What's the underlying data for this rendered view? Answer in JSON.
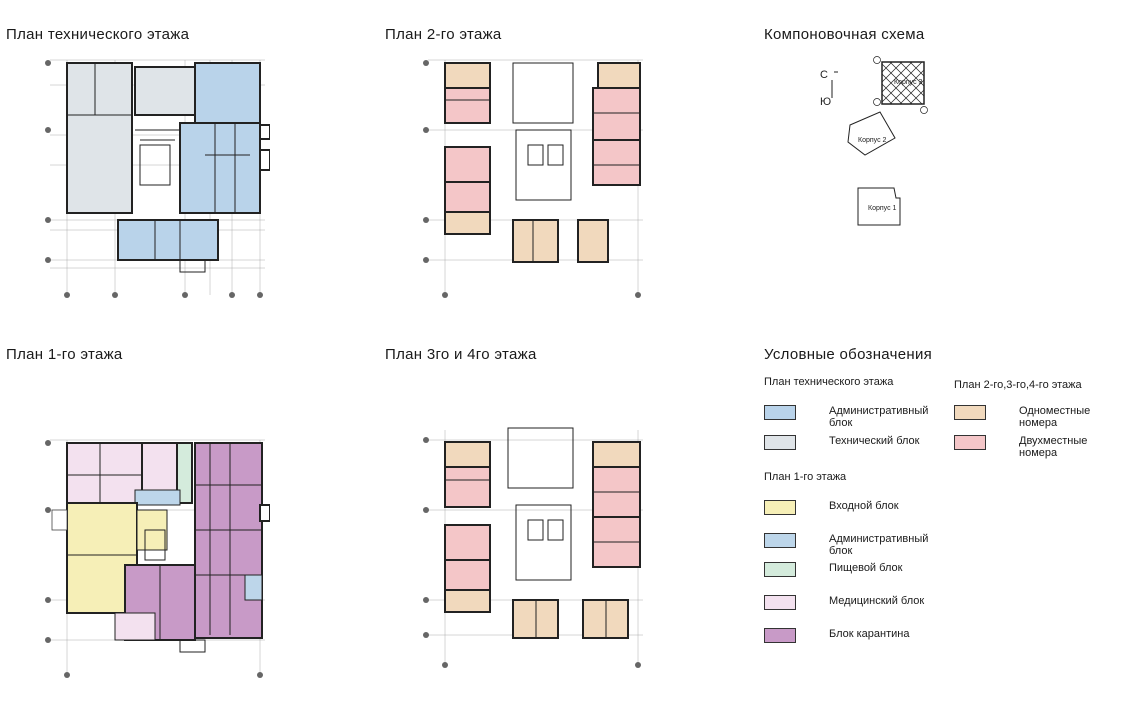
{
  "titles": {
    "tech": "План технического этажа",
    "floor2": "План 2-го этажа",
    "layout": "Компоновочная схема",
    "floor1": "План 1-го этажа",
    "floor34": "План 3го и 4го этажа",
    "legend": "Условные обозначения"
  },
  "layout_scheme": {
    "north": "С",
    "south": "Ю",
    "buildings": [
      "Корпус 3",
      "Корпус 2",
      "Корпус 1"
    ]
  },
  "legend": {
    "tech_heading": "План технического этажа",
    "floors_heading": "План 2-го,3-го,4-го этажа",
    "floor1_heading": "План 1-го этажа",
    "tech_items": [
      {
        "label": "Административный блок",
        "color": "#b9d3ea"
      },
      {
        "label": "Технический блок",
        "color": "#dfe4e8"
      }
    ],
    "floor_items": [
      {
        "label": "Одноместные номера",
        "color": "#f1d9bd"
      },
      {
        "label": "Двухместные номера",
        "color": "#f4c6c8"
      }
    ],
    "floor1_items": [
      {
        "label": "Входной блок",
        "color": "#f6efb7"
      },
      {
        "label": "Административный блок",
        "color": "#bdd6ea"
      },
      {
        "label": "Пищевой блок",
        "color": "#d4ebdc"
      },
      {
        "label": "Медицинский блок",
        "color": "#f3e1ef"
      },
      {
        "label": "Блок карантина",
        "color": "#c89ac7"
      }
    ]
  },
  "colors": {
    "admin": "#b9d3ea",
    "tech": "#dfe4e8",
    "single": "#f1d9bd",
    "double": "#f4c6c8",
    "entry": "#f6efb7",
    "food": "#d4ebdc",
    "medical": "#f3e1ef",
    "quarantine": "#c89ac7",
    "wall": "#222222"
  }
}
